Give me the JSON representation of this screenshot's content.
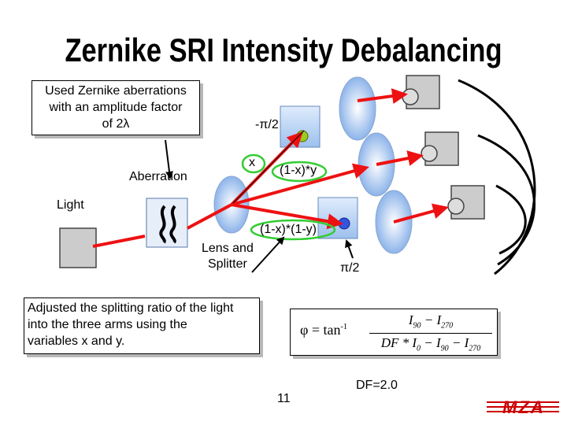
{
  "slide": {
    "title": "Zernike SRI Intensity Debalancing",
    "note_top": [
      "Used Zernike aberrations",
      "with an amplitude factor",
      "of 2λ"
    ],
    "note_bottom": [
      "Adjusted the splitting ratio of the light",
      "into the three arms using the",
      "variables x and y."
    ],
    "labels": {
      "minus_pi_half": "-π/2",
      "x": "x",
      "one_minus_x_y": "(1-x)*y",
      "aberration": "Aberration",
      "light": "Light",
      "one_minus_x_one_minus_y": "(1-x)*(1-y)",
      "lens_splitter_1": "Lens and",
      "lens_splitter_2": "Splitter",
      "pi_half": "π/2",
      "df": "DF=2.0",
      "page_number": "11"
    },
    "formula": {
      "phi": "φ = tan",
      "exponent": "-1",
      "numerator": "I",
      "num_sub1": "90",
      "minus": "−",
      "num_sub2": "270",
      "den_df": "DF * I",
      "den_sub0": "0",
      "den_minus1": " − I",
      "den_sub90": "90",
      "den_minus2": " − I",
      "den_sub270": "270"
    },
    "logo": "MZA",
    "colors": {
      "beam": "#ee1111",
      "lens": "#a8c8f0",
      "green_ellipse": "#33cc33",
      "logo": "#cc0000"
    }
  }
}
